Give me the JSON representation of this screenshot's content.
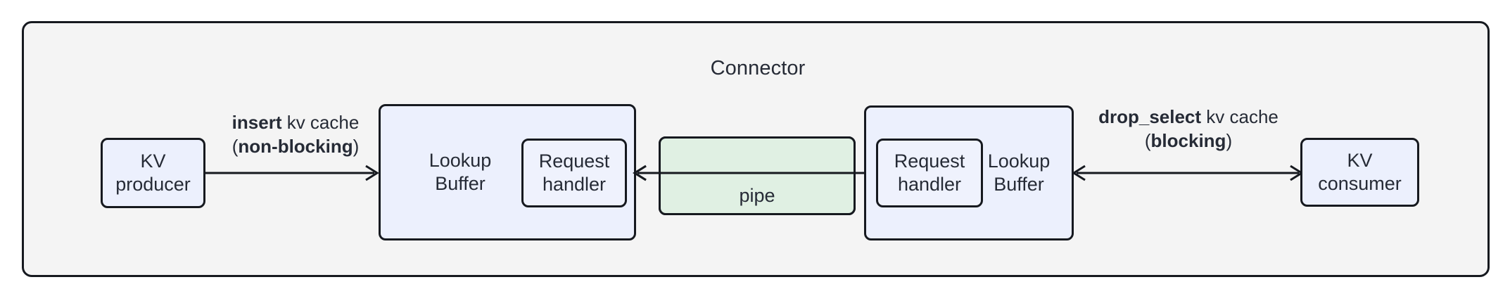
{
  "diagram": {
    "title": "Connector",
    "colors": {
      "frame_bg": "#f4f4f4",
      "frame_border": "#16191f",
      "node_blue": "#ecf0fd",
      "node_green": "#e0f0e3",
      "text": "#262b36"
    }
  },
  "nodes": {
    "kv_producer": {
      "label": "KV\nproducer"
    },
    "kv_consumer": {
      "label": "KV\nconsumer"
    },
    "lookup_buffer_left": {
      "label": "Lookup\nBuffer",
      "inner": {
        "label": "Request\nhandler"
      }
    },
    "lookup_buffer_right": {
      "label": "Lookup\nBuffer",
      "inner": {
        "label": "Request\nhandler"
      }
    },
    "pipe": {
      "label": "pipe"
    }
  },
  "edges": {
    "insert": {
      "line1_bold": "insert",
      "line1_rest": " kv cache",
      "line2_open": "(",
      "line2_bold": "non-blocking",
      "line2_close": ")",
      "direction": "right"
    },
    "drop_select": {
      "line1_bold": "drop_select",
      "line1_rest": " kv cache",
      "line2_open": "(",
      "line2_bold": "blocking",
      "line2_close": ")",
      "direction": "both"
    },
    "pipe_link": {
      "direction": "both"
    }
  }
}
